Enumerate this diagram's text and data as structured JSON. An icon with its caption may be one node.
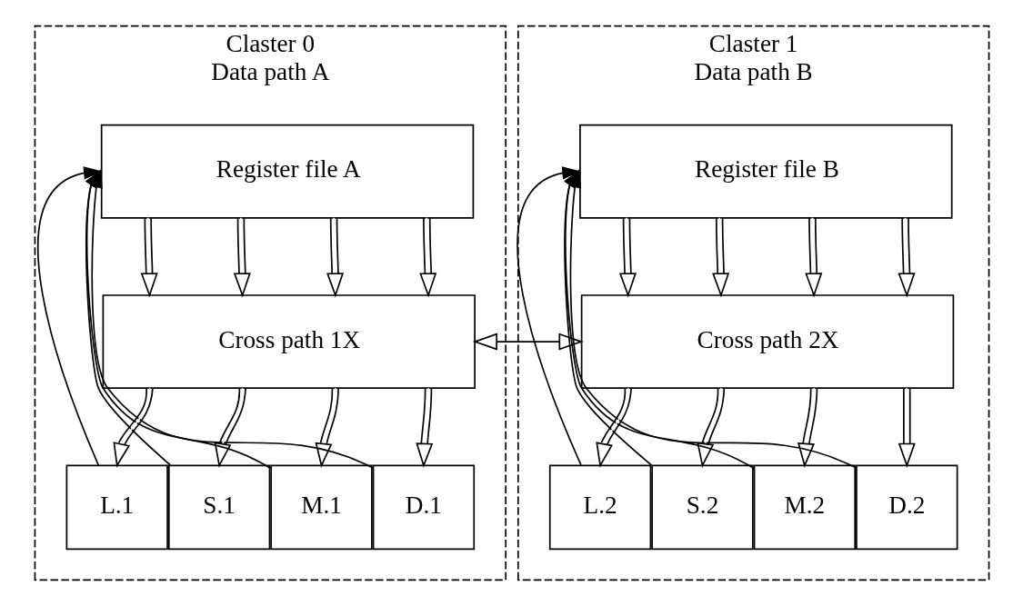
{
  "diagram": {
    "nodes": [
      {
        "text": [
          "Claster 0",
          "Data path A"
        ]
      },
      {
        "text": [
          "Register file A"
        ],
        "in": 0
      },
      {
        "text": [
          "Cross path 1X"
        ],
        "in": 0
      },
      {
        "text": [
          "L.1"
        ],
        "in": 0
      },
      {
        "text": [
          "S.1"
        ],
        "in": 0
      },
      {
        "text": [
          "M.1"
        ],
        "in": 0
      },
      {
        "text": [
          "D.1"
        ],
        "in": 0
      },
      {
        "text": [
          "Claster 1",
          "Data path B"
        ]
      },
      {
        "text": [
          "Register file B"
        ],
        "in": 7
      },
      {
        "text": [
          "Cross path 2X"
        ],
        "in": 7
      },
      {
        "text": [
          "L.2"
        ],
        "in": 7
      },
      {
        "text": [
          "S.2"
        ],
        "in": 7
      },
      {
        "text": [
          "M.2"
        ],
        "in": 7
      },
      {
        "text": [
          "D.2"
        ],
        "in": 7
      }
    ],
    "edges": [
      {
        "from": 1,
        "to": 2,
        "arrow": "to"
      },
      {
        "from": 1,
        "to": 2,
        "arrow": "to"
      },
      {
        "from": 1,
        "to": 2,
        "arrow": "to"
      },
      {
        "from": 1,
        "to": 2,
        "arrow": "to"
      },
      {
        "from": 2,
        "to": 3,
        "arrow": "to"
      },
      {
        "from": 2,
        "to": 4,
        "arrow": "to"
      },
      {
        "from": 2,
        "to": 5,
        "arrow": "to"
      },
      {
        "from": 2,
        "to": 6,
        "arrow": "to"
      },
      {
        "from": 3,
        "to": 1,
        "arrow": "to"
      },
      {
        "from": 4,
        "to": 1,
        "arrow": "to"
      },
      {
        "from": 5,
        "to": 1,
        "arrow": "to"
      },
      {
        "from": 6,
        "to": 1,
        "arrow": "to"
      },
      {
        "from": 8,
        "to": 9,
        "arrow": "to"
      },
      {
        "from": 8,
        "to": 9,
        "arrow": "to"
      },
      {
        "from": 8,
        "to": 9,
        "arrow": "to"
      },
      {
        "from": 8,
        "to": 9,
        "arrow": "to"
      },
      {
        "from": 9,
        "to": 10,
        "arrow": "to"
      },
      {
        "from": 9,
        "to": 11,
        "arrow": "to"
      },
      {
        "from": 9,
        "to": 12,
        "arrow": "to"
      },
      {
        "from": 9,
        "to": 13,
        "arrow": "to"
      },
      {
        "from": 10,
        "to": 8,
        "arrow": "to"
      },
      {
        "from": 11,
        "to": 8,
        "arrow": "to"
      },
      {
        "from": 12,
        "to": 8,
        "arrow": "to"
      },
      {
        "from": 13,
        "to": 8,
        "arrow": "to"
      },
      {
        "from": 2,
        "to": 9,
        "arrow": "both"
      }
    ]
  }
}
